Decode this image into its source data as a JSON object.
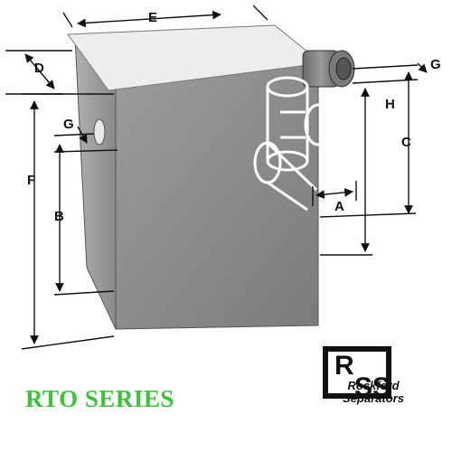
{
  "dimension_labels": {
    "E": "E",
    "D": "D",
    "G_left": "G",
    "G_right": "G",
    "H": "H",
    "C": "C",
    "F": "F",
    "B": "B",
    "A": "A"
  },
  "series_title": "RTO SERIES",
  "logo": {
    "monogram": "RSS",
    "line1": "Rockford",
    "line2": "Separators"
  },
  "colors": {
    "series_green": "#39c43a",
    "box_front": "#8f8f8f",
    "box_side": "#9a9a9a",
    "box_top": "#ededed",
    "dimension_line": "#111111"
  }
}
